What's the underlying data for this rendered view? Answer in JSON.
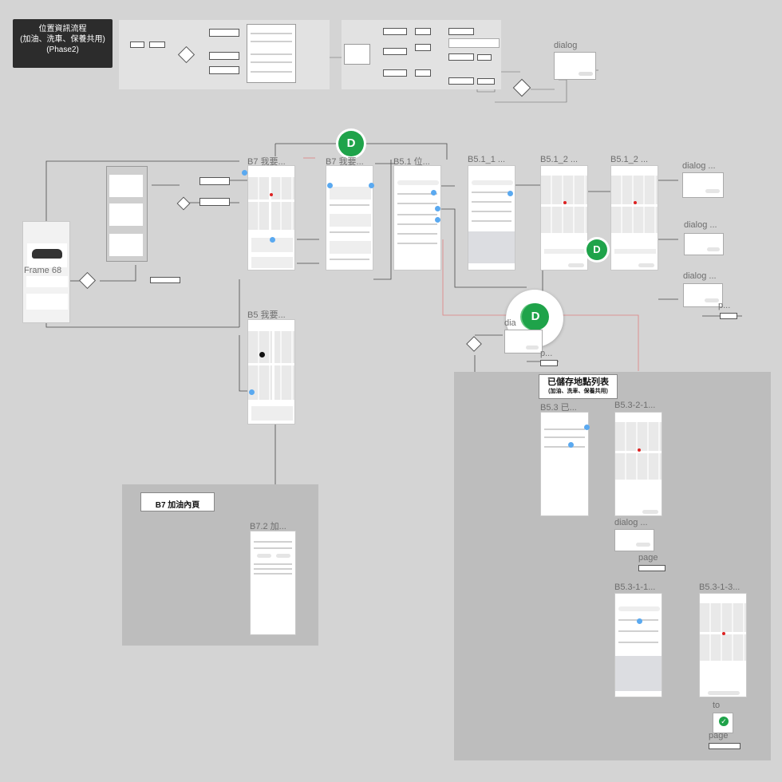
{
  "title_block": {
    "line1": "位置資訊流程",
    "line2": "(加油、洗車、保養共用)",
    "line3": "(Phase2)"
  },
  "section_saved": {
    "title": "已儲存地點列表",
    "subtitle": "(加油、洗車、保養共用)"
  },
  "section_b7": {
    "title": "B7 加油內頁"
  },
  "frame_labels": {
    "frame68": "Frame 68",
    "b7_a": "B7 我要...",
    "b7_b": "B7 我要...",
    "b51": "B5.1 位...",
    "b51_1": "B5.1_1 ...",
    "b51_2a": "B5.1_2 ...",
    "b51_2b": "B5.1_2 ...",
    "b5": "B5 我要...",
    "b72": "B7.2 加...",
    "b53": "B5.3 已...",
    "b53_2_1": "B5.3-2-1...",
    "b53_1_1": "B5.3-1-1...",
    "b53_1_3": "B5.3-1-3...",
    "dialog_top": "dialog",
    "dialog_1": "dialog ...",
    "dialog_2": "dialog ...",
    "dialog_3": "dialog ...",
    "dialog_4": "dia",
    "dialog_5": "dialog ...",
    "p_1": "p...",
    "p_2": "p...",
    "page_1": "page",
    "to_page_a": "to",
    "to_page_b": "page"
  },
  "avatars": {
    "letter": "D"
  },
  "colors": {
    "background": "#d4d4d4",
    "section": "#bdbdbd",
    "dark_block": "#2c2c2c",
    "avatar": "#1fa34a",
    "connector_red": "#e08080",
    "connector": "#555555",
    "pin_blue": "#5aa9f0"
  }
}
